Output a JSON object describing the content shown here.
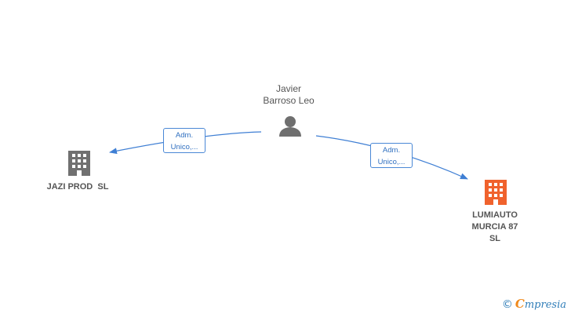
{
  "person": {
    "name_line1": "Javier",
    "name_line2": "Barroso Leo",
    "icon": "person-icon"
  },
  "companies": [
    {
      "id": "jazi",
      "label": "JAZI PROD  SL",
      "icon": "building-icon",
      "color": "#707070"
    },
    {
      "id": "lumiauto",
      "label_line1": "LUMIAUTO",
      "label_line2": "MURCIA 87",
      "label_line3": "SL",
      "icon": "building-icon",
      "color": "#f0622d"
    }
  ],
  "edges": [
    {
      "line1": "Adm.",
      "line2": "Unico,..."
    },
    {
      "line1": "Adm.",
      "line2": "Unico,..."
    }
  ],
  "footer": {
    "copyright": "©",
    "brand_first": "C",
    "brand_rest": "mpresia"
  },
  "colors": {
    "edge": "#3f7fd4",
    "text": "#555555",
    "icon_gray": "#707070",
    "icon_orange": "#f0622d"
  }
}
